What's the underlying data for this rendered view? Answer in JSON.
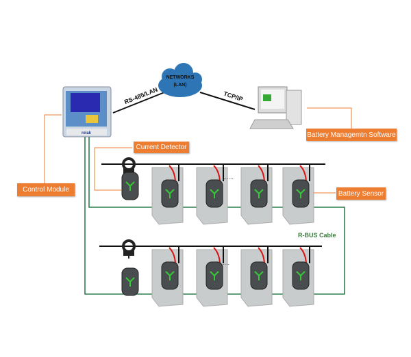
{
  "labels": {
    "control_module": "Control Module",
    "current_detector": "Current Detector",
    "bms_software": "Battery Managemtn Software",
    "battery_sensor": "Battery Sensor"
  },
  "network": {
    "line1": "NETWORKS",
    "line2": "(LAN)"
  },
  "links": {
    "rs485": "RS-485/LAN",
    "tcpip": "TCP/IP",
    "rbus": "R-BUS Cable"
  },
  "device_logo": "relak",
  "colors": {
    "callout": "#ed7d31",
    "cloud": "#2e75b6",
    "bus": "#2e7d4f",
    "pointer": "#ed7d31"
  }
}
